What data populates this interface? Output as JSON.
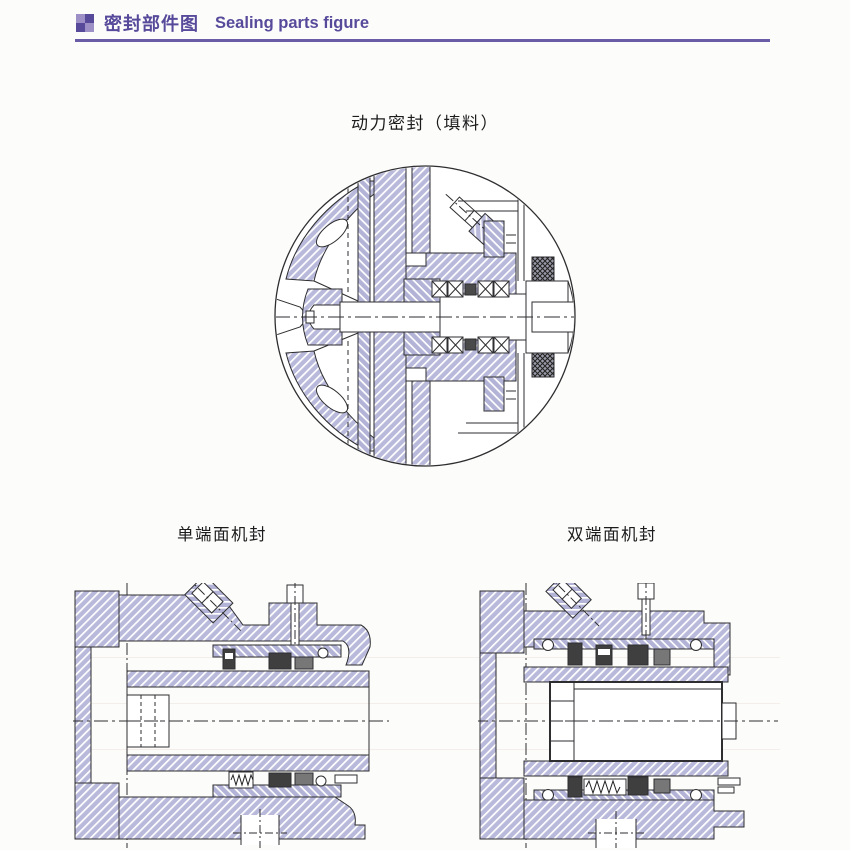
{
  "header": {
    "title_zh": "密封部件图",
    "title_en": "Sealing parts figure",
    "accent_color": "#584a9b"
  },
  "figures": {
    "packing": {
      "label": "动力密封（填料）"
    },
    "single_seal": {
      "label": "单端面机封"
    },
    "double_seal": {
      "label": "双端面机封"
    }
  },
  "colors": {
    "hatch_fill": "#b9badb",
    "line": "#2e2e30",
    "rule": "#6b5ca8",
    "dark_part": "#3f3f3f"
  }
}
